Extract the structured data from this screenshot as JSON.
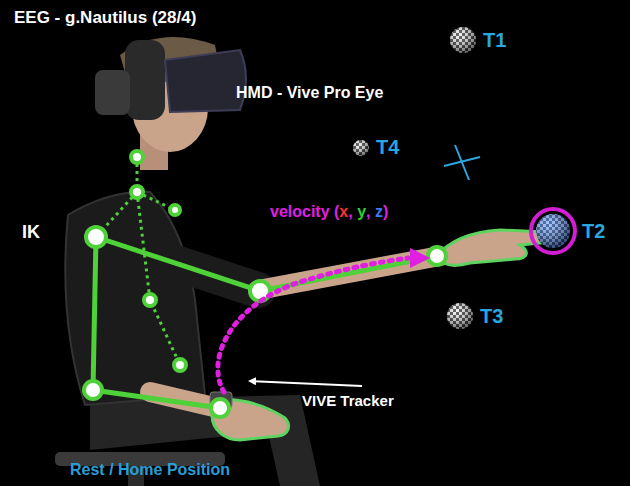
{
  "diagram": {
    "nodes": [
      {
        "text": [
          "T1"
        ]
      },
      {
        "text": [
          "T4"
        ]
      },
      {
        "text": [
          "T2"
        ]
      },
      {
        "text": [
          "T3"
        ]
      }
    ],
    "labels": [
      "EEG - g.Nautilus (28/4)",
      "HMD - Vive Pro Eye",
      "IK",
      "velocity (",
      "x",
      ", ",
      "y",
      ", ",
      "z",
      ")",
      "VIVE Tracker",
      "Rest / Home Position"
    ]
  }
}
